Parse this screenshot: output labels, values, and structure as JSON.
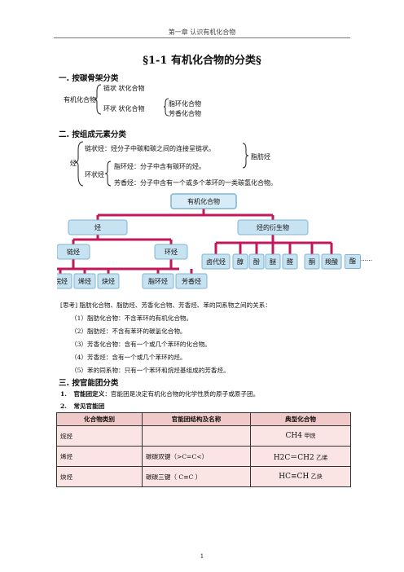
{
  "header": {
    "chapter": "第一章  认识有机化合物"
  },
  "title": "§1-1  有机化合物的分类§",
  "section1": {
    "heading": "一. 按碳骨架分类",
    "root": "有机化合物",
    "chain": "链状  状化合物",
    "ring": "环状  状化合物",
    "alicyclic": "脂环化合物",
    "aromatic": "芳香化合物"
  },
  "section2": {
    "heading": "二. 按组成元素分类",
    "root": "烃",
    "chain": "链状烃：烃分子中碳和碳之间的连接呈链状。",
    "ring": "环状烃",
    "alicyclic": "脂环烃：分子中含有碳环的烃。",
    "aromatic": "芳香烃：分子中含有一个或多个苯环的一类碳氢化合物。",
    "aliphatic": "脂肪烃"
  },
  "tree": {
    "root": "有机化合物",
    "hydrocarbon": "烃",
    "derivative": "烃的衍生物",
    "chain": "链烃",
    "ring": "环烃",
    "leaves": [
      "烷烃",
      "烯烃",
      "炔烃",
      "脂环烃",
      "芳香烃"
    ],
    "deriv_leaves": [
      "卤代烃",
      "醇",
      "酚",
      "醚",
      "醛",
      "酮",
      "羧酸",
      "酯"
    ],
    "ellipsis": "……",
    "colors": {
      "node": "#c7e3f2",
      "node_border": "#7fb4d4",
      "line": "#c2185b",
      "root": "#d7ecf7"
    }
  },
  "think": {
    "intro": "[思考]  脂肪化合物、脂肪烃、芳香化合物、芳香烃、苯的同系物之间的关系：",
    "items": [
      "（1）脂肪化合物：不含苯环的有机化合物。",
      "（2）脂肪烃：不含有苯环的碳氢化合物。",
      "（3）芳香化合物：含有一个或几个苯环的化合物。",
      "（4）芳香烃：含有一个或几个苯环的烃。",
      "（5）苯的同系物：只有一个苯环和烷烃基组成的芳香烃。"
    ]
  },
  "section3": {
    "heading": "三. 按官能团分类",
    "def_num": "1.",
    "def_label": "官能团定义",
    "def_text": "：官能团是决定有机化合物的化学性质的原子或原子团。",
    "common_num": "2.",
    "common_label": "常见官能团"
  },
  "table": {
    "headers": [
      "化合物类别",
      "官能团结构及名称",
      "典型化合物"
    ],
    "rows": [
      {
        "cat": "烷烃",
        "group": "",
        "formula": "CH4",
        "name": "甲烷"
      },
      {
        "cat": "烯烃",
        "group": "碳碳双键（>C=C<）",
        "formula": "H2C＝CH2",
        "name": "乙烯"
      },
      {
        "cat": "炔烃",
        "group": "碳碳三键（ C≡C ）",
        "formula": "HC≡CH",
        "name": "乙炔"
      }
    ]
  },
  "page_number": "1"
}
